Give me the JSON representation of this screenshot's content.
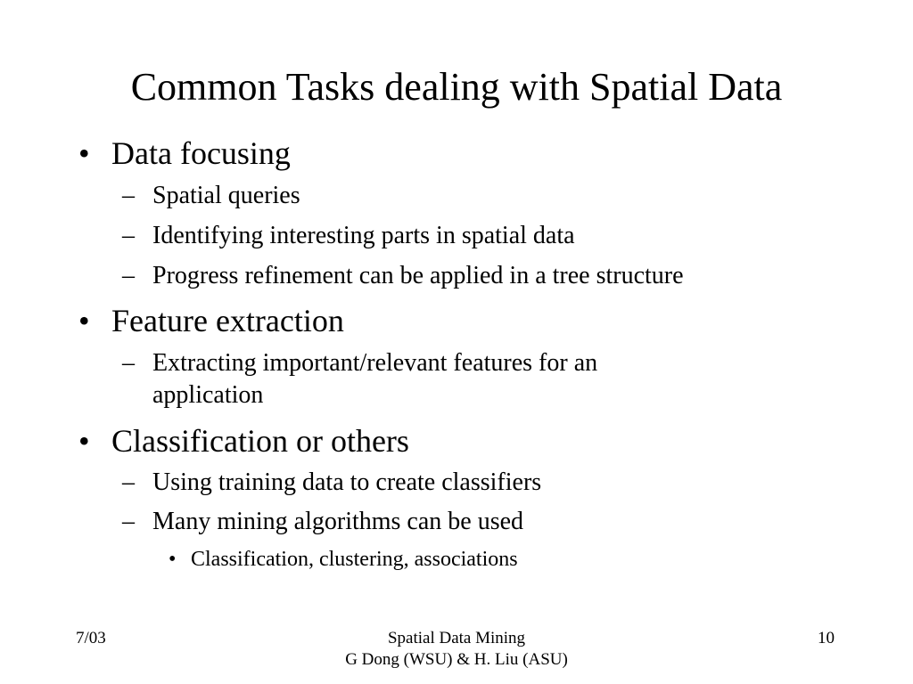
{
  "slide": {
    "title": "Common Tasks dealing with Spatial Data",
    "bullets": [
      {
        "marker": "•",
        "text": "Data focusing",
        "subs": [
          {
            "marker": "–",
            "text": "Spatial queries"
          },
          {
            "marker": "–",
            "text": "Identifying interesting parts in spatial data"
          },
          {
            "marker": "–",
            "text": "Progress refinement can be applied in a tree structure"
          }
        ]
      },
      {
        "marker": "•",
        "text": "Feature extraction",
        "subs": [
          {
            "marker": "–",
            "text_line1": "Extracting important/relevant features for an",
            "text_line2": "application"
          }
        ]
      },
      {
        "marker": "•",
        "text": "Classification or others",
        "subs": [
          {
            "marker": "–",
            "text": "Using training data to create classifiers"
          },
          {
            "marker": "–",
            "text": "Many mining algorithms can be used",
            "subs": [
              {
                "marker": "•",
                "text": "Classification, clustering, associations"
              }
            ]
          }
        ]
      }
    ]
  },
  "footer": {
    "date": "7/03",
    "title_line1": "Spatial Data Mining",
    "title_line2": "G Dong (WSU) & H. Liu (ASU)",
    "page_number": "10"
  }
}
